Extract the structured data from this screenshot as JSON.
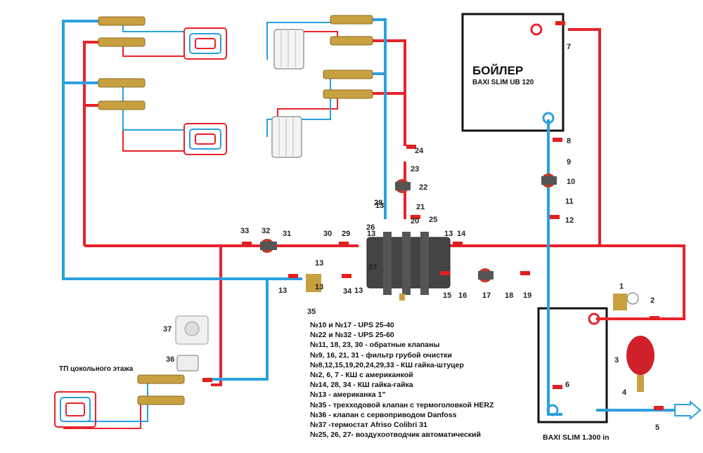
{
  "boiler": {
    "title": "БОЙЛЕР",
    "model": "BAXI SLIM UB 120"
  },
  "heater": {
    "model": "BAXI SLIM 1.300 in"
  },
  "floor_label": "ТП цокольного этажа",
  "numbers": [
    "1",
    "2",
    "3",
    "4",
    "5",
    "6",
    "7",
    "8",
    "9",
    "10",
    "11",
    "12",
    "13",
    "13",
    "13",
    "13",
    "13",
    "13",
    "13",
    "14",
    "15",
    "16",
    "17",
    "18",
    "19",
    "20",
    "21",
    "22",
    "23",
    "24",
    "25",
    "26",
    "27",
    "28",
    "29",
    "30",
    "31",
    "32",
    "33",
    "34",
    "35",
    "36",
    "37"
  ],
  "legend": [
    "№10 и №17 - UPS 25-40",
    "№22 и №32 - UPS 25-60",
    "№11, 18, 23, 30 - обратные клапаны",
    "№9, 16, 21, 31 - фильтр грубой очистки",
    "№8,12,15,19,20,24,29,33 - КШ гайка-штуцер",
    "№2, 6, 7 - КШ с американкой",
    "№14, 28, 34 - КШ гайка-гайка",
    "№13 - американка 1\"",
    "№35 - трехходовой клапан с термоголовкой HERZ",
    "№36 - клапан с сервоприводом Danfoss",
    "№37 -термостат Afriso Colibri 31",
    "№25, 26, 27- воздухоотводчик автоматический"
  ],
  "colors": {
    "supply": "#e8222a",
    "return": "#2aa0e0",
    "frame": "#111111",
    "brass": "#c9a040",
    "pump": "#c0392b",
    "tank": "#d0202a"
  }
}
